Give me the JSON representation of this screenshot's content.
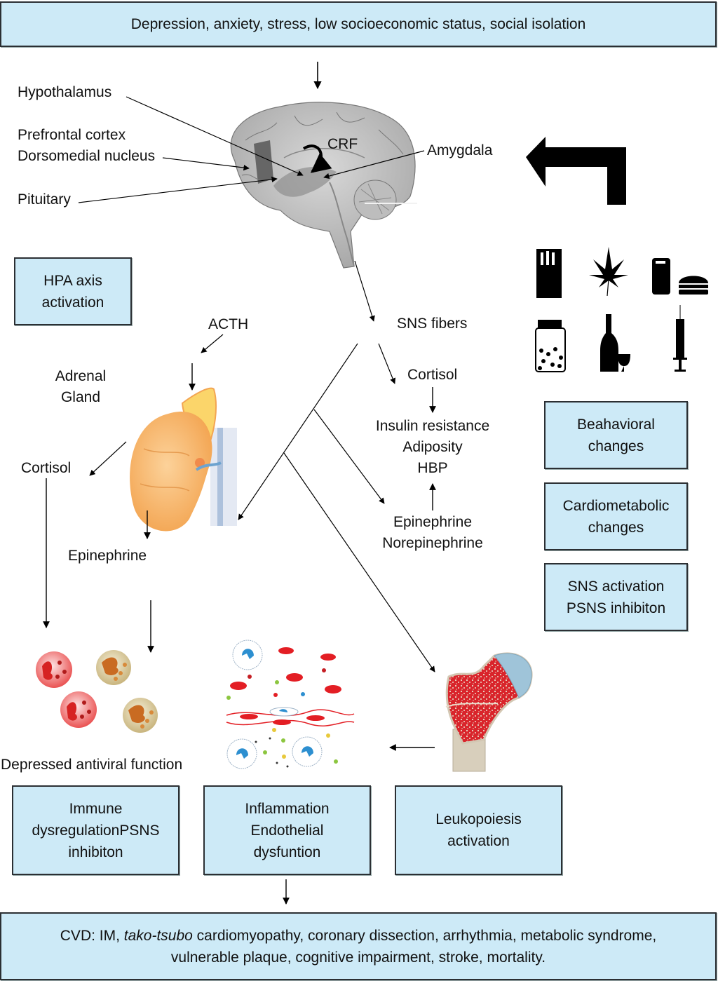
{
  "top_box": {
    "text": "Depression, anxiety, stress, low socioeconomic status, social isolation"
  },
  "brain": {
    "labels": {
      "hypothalamus": "Hypothalamus",
      "prefrontal": "Prefrontal cortex",
      "dorsomedial": "Dorsomedial nucleus",
      "pituitary": "Pituitary",
      "crf": "CRF",
      "amygdala": "Amygdala"
    }
  },
  "left_pathway": {
    "hpa_box": [
      "HPA axis",
      "activation"
    ],
    "acth": "ACTH",
    "adrenal_gland": [
      "Adrenal",
      "Gland"
    ],
    "cortisol": "Cortisol",
    "epinephrine": "Epinephrine",
    "antiviral_caption": "Depressed antiviral function"
  },
  "sns_pathway": {
    "sns_fibers": "SNS fibers",
    "cortisol": "Cortisol",
    "effects": [
      "Insulin resistance",
      "Adiposity",
      "HBP"
    ],
    "catecholamines": [
      "Epinephrine",
      "Norepinephrine"
    ]
  },
  "behavior_icons": [
    {
      "icon": "cigarettes-icon"
    },
    {
      "icon": "cannabis-leaf-icon"
    },
    {
      "icon": "soda-can-icon"
    },
    {
      "icon": "burger-icon"
    },
    {
      "icon": "pill-bottle-icon"
    },
    {
      "icon": "wine-bottle-glass-icon"
    },
    {
      "icon": "syringe-icon"
    }
  ],
  "right_boxes": [
    [
      "Beahavioral",
      "changes"
    ],
    [
      "Cardiometabolic",
      "changes"
    ],
    [
      "SNS activation",
      "PSNS inhibiton"
    ]
  ],
  "bottom_boxes": [
    [
      "Immune",
      "dysregulationPSNS",
      "inhibiton"
    ],
    [
      "Inflammation",
      "Endothelial",
      "dysfuntion"
    ],
    [
      "Leukopoiesis",
      "activation"
    ]
  ],
  "final_box": {
    "prefix": "CVD: IM, ",
    "italic": "tako-tsubo",
    "line1_rest": " cardiomyopathy, coronary dissection, arrhythmia, metabolic syndrome,",
    "line2": "vulnerable plaque, cognitive impairment, stroke, mortality."
  },
  "colors": {
    "box_fill": "#cdeaf7",
    "box_border": "#2b2f33",
    "text": "#111111"
  }
}
